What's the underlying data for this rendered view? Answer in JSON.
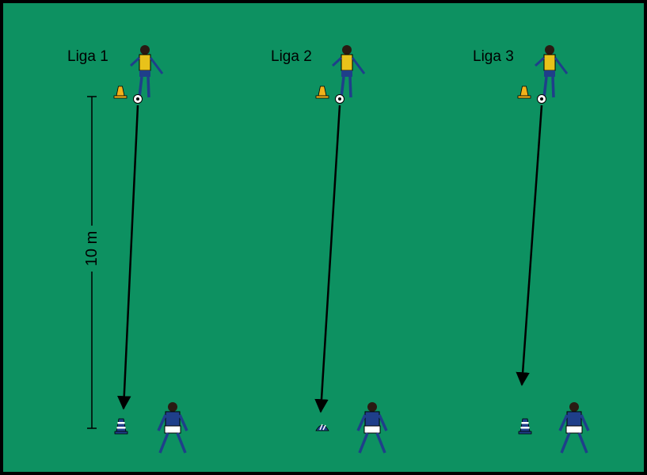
{
  "colors": {
    "field": "#0d9161",
    "border": "#000000",
    "attacker_bib": "#e8c21a",
    "defender_kit": "#1f3f8a",
    "cone_attacker": "#f2b21b",
    "cone_defender": "#1f3f8a"
  },
  "distance_label": "10 m",
  "lanes": [
    {
      "label": "Liga 1",
      "defender_cone": "striped-cone"
    },
    {
      "label": "Liga 2",
      "defender_cone": "flat-striped-cone"
    },
    {
      "label": "Liga 3",
      "defender_cone": "striped-cone"
    }
  ]
}
